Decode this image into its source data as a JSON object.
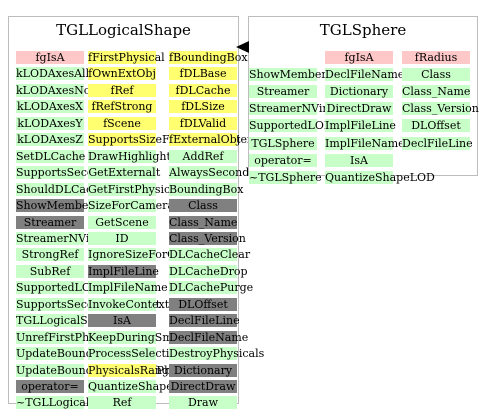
{
  "diagram": {
    "left_box": {
      "title": "TGLLogicalShape",
      "columns": [
        {
          "cells": [
            {
              "text": "fgIsA",
              "color": "red"
            },
            {
              "text": "kLODAxesAll",
              "color": "green"
            },
            {
              "text": "kLODAxesNone",
              "color": "green"
            },
            {
              "text": "kLODAxesX",
              "color": "green"
            },
            {
              "text": "kLODAxesY",
              "color": "green"
            },
            {
              "text": "kLODAxesZ",
              "color": "green"
            },
            {
              "text": "SetDLCache",
              "color": "green"
            },
            {
              "text": "SupportsSecondarySelect",
              "color": "green"
            },
            {
              "text": "ShouldDLCache",
              "color": "green"
            },
            {
              "text": "ShowMembers",
              "color": "gray"
            },
            {
              "text": "Streamer",
              "color": "gray"
            },
            {
              "text": "StreamerNVirtual",
              "color": "green"
            },
            {
              "text": "StrongRef",
              "color": "green"
            },
            {
              "text": "SubRef",
              "color": "green"
            },
            {
              "text": "SupportedLODAxes",
              "color": "green"
            },
            {
              "text": "SupportsSecondarySelect",
              "color": "green"
            },
            {
              "text": "TGLLogicalShape",
              "color": "green"
            },
            {
              "text": "UnrefFirstPhysical",
              "color": "green"
            },
            {
              "text": "UpdateBoundingBox",
              "color": "green"
            },
            {
              "text": "UpdateBoundingBoxesOfPhysicals",
              "color": "green"
            },
            {
              "text": "operator=",
              "color": "gray"
            },
            {
              "text": "~TGLLogicalShape",
              "color": "green"
            }
          ]
        },
        {
          "cells": [
            {
              "text": "fFirstPhysical",
              "color": "yellow"
            },
            {
              "text": "fOwnExtObj",
              "color": "yellow"
            },
            {
              "text": "fRef",
              "color": "yellow"
            },
            {
              "text": "fRefStrong",
              "color": "yellow"
            },
            {
              "text": "fScene",
              "color": "yellow"
            },
            {
              "text": "SupportsSizeForCameraInterest",
              "color": "yellow"
            },
            {
              "text": "DrawHighlight",
              "color": "green"
            },
            {
              "text": "GetExternal",
              "color": "green"
            },
            {
              "text": "GetFirstPhysical",
              "color": "green"
            },
            {
              "text": "SizeForCameraInterest",
              "color": "green"
            },
            {
              "text": "GetScene",
              "color": "green"
            },
            {
              "text": "ID",
              "color": "green"
            },
            {
              "text": "IgnoreSizeForOfInterest",
              "color": "green"
            },
            {
              "text": "ImplFileLine",
              "color": "gray"
            },
            {
              "text": "ImplFileName",
              "color": "green"
            },
            {
              "text": "InvokeContextMenu",
              "color": "green"
            },
            {
              "text": "IsA",
              "color": "gray"
            },
            {
              "text": "KeepDuringSmartRefresh",
              "color": "green"
            },
            {
              "text": "ProcessSelection",
              "color": "green"
            },
            {
              "text": "PhysicalsRange",
              "color": "yellow"
            },
            {
              "text": "QuantizeShapeLOD",
              "color": "green"
            },
            {
              "text": "Ref",
              "color": "green"
            }
          ]
        },
        {
          "cells": [
            {
              "text": "fBoundingBox",
              "color": "yellow"
            },
            {
              "text": "fDLBase",
              "color": "yellow"
            },
            {
              "text": "fDLCache",
              "color": "yellow"
            },
            {
              "text": "fDLSize",
              "color": "yellow"
            },
            {
              "text": "fDLValid",
              "color": "yellow"
            },
            {
              "text": "fExternalObj",
              "color": "yellow"
            },
            {
              "text": "AddRef",
              "color": "green"
            },
            {
              "text": "AlwaysSecondarySelect",
              "color": "green"
            },
            {
              "text": "BoundingBox",
              "color": "green"
            },
            {
              "text": "Class",
              "color": "gray"
            },
            {
              "text": "Class_Name",
              "color": "gray"
            },
            {
              "text": "Class_Version",
              "color": "gray"
            },
            {
              "text": "DLCacheClear",
              "color": "green"
            },
            {
              "text": "DLCacheDrop",
              "color": "green"
            },
            {
              "text": "DLCachePurge",
              "color": "green"
            },
            {
              "text": "DLOffset",
              "color": "gray"
            },
            {
              "text": "DeclFileLine",
              "color": "gray"
            },
            {
              "text": "DeclFileName",
              "color": "gray"
            },
            {
              "text": "DestroyPhysicals",
              "color": "green"
            },
            {
              "text": "Dictionary",
              "color": "gray"
            },
            {
              "text": "DirectDraw",
              "color": "gray"
            },
            {
              "text": "Draw",
              "color": "green"
            }
          ]
        }
      ]
    },
    "right_box": {
      "title": "TGLSphere",
      "columns": [
        {
          "cells": [
            {
              "text": "",
              "color": "none"
            },
            {
              "text": "ShowMembers",
              "color": "green"
            },
            {
              "text": "Streamer",
              "color": "green"
            },
            {
              "text": "StreamerNVirtual",
              "color": "green"
            },
            {
              "text": "SupportedLODAxes",
              "color": "green"
            },
            {
              "text": "TGLSphere",
              "color": "green"
            },
            {
              "text": "operator=",
              "color": "green"
            },
            {
              "text": "~TGLSphere",
              "color": "green"
            }
          ]
        },
        {
          "cells": [
            {
              "text": "fgIsA",
              "color": "red"
            },
            {
              "text": "DeclFileName",
              "color": "green"
            },
            {
              "text": "Dictionary",
              "color": "green"
            },
            {
              "text": "DirectDraw",
              "color": "green"
            },
            {
              "text": "ImplFileLine",
              "color": "green"
            },
            {
              "text": "ImplFileName",
              "color": "green"
            },
            {
              "text": "IsA",
              "color": "green"
            },
            {
              "text": "QuantizeShapeLOD",
              "color": "green"
            }
          ]
        },
        {
          "cells": [
            {
              "text": "fRadius",
              "color": "red"
            },
            {
              "text": "Class",
              "color": "green"
            },
            {
              "text": "Class_Name",
              "color": "green"
            },
            {
              "text": "Class_Version",
              "color": "green"
            },
            {
              "text": "DLOffset",
              "color": "green"
            },
            {
              "text": "DeclFileLine",
              "color": "green"
            }
          ]
        }
      ]
    }
  }
}
